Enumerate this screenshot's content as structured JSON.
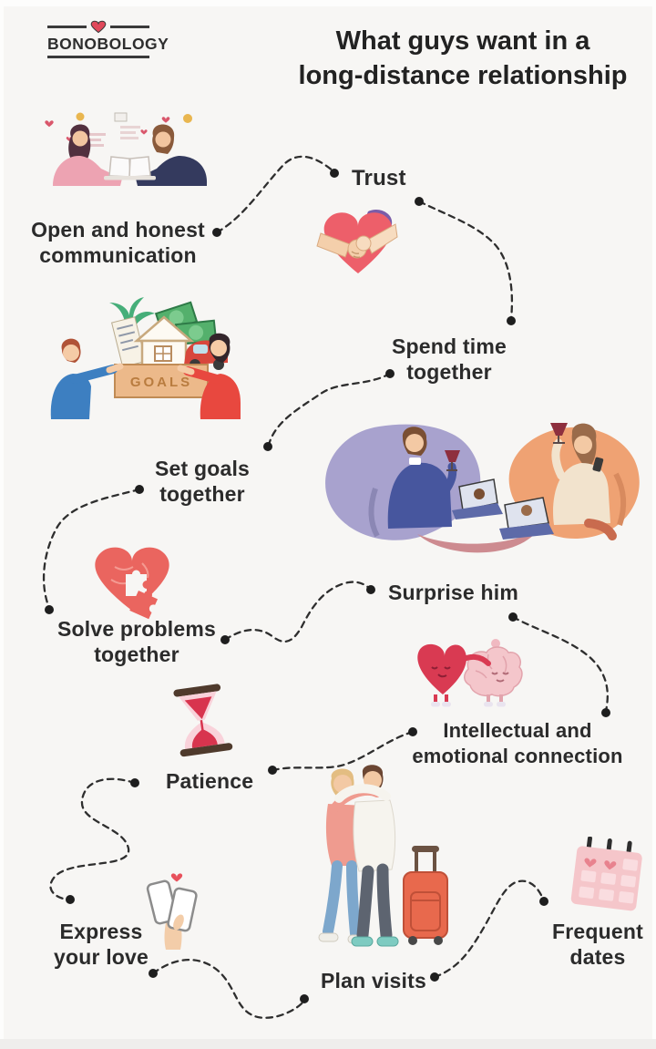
{
  "brand": {
    "name": "BONOBOLOGY",
    "heart_icon": "heart-icon"
  },
  "title": {
    "line1": "What guys want in a",
    "line2": "long-distance relationship"
  },
  "goals": {
    "box_label": "GOALS"
  },
  "items": {
    "communication": "Open and honest communication",
    "trust": "Trust",
    "spend_time": "Spend time together",
    "set_goals": "Set goals together",
    "solve_problems": "Solve problems together",
    "surprise": "Surprise him",
    "connection": "Intellectual and emotional connection",
    "patience": "Patience",
    "express_love": "Express your love",
    "plan_visits": "Plan visits",
    "frequent_dates": "Frequent dates"
  },
  "icons": {
    "communication": "couple-video-chat-illustration",
    "trust": "heart-holding-hands-icon",
    "spend_time": "virtual-wine-date-illustration",
    "set_goals": "couple-goals-box-illustration",
    "solve_problems": "heart-puzzle-icon",
    "connection": "heart-and-brain-hug-icon",
    "patience": "hourglass-icon",
    "plan_visits": "hugging-couple-suitcase-illustration",
    "express_love": "hands-with-phones-icon",
    "frequent_dates": "calendar-icon"
  },
  "colors": {
    "background": "#f7f6f4",
    "text": "#2b2b2b",
    "dotted_path": "#2e2e2e",
    "heart_red": "#ed5f6a",
    "deep_red": "#d8344e",
    "pink": "#f5c6ca",
    "purple_blob": "#a8a2ce",
    "orange_blob": "#efa273",
    "suitcase_orange": "#e8694d",
    "money_green": "#54b06c"
  }
}
